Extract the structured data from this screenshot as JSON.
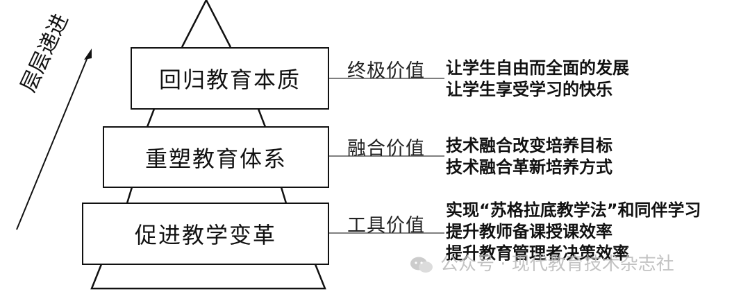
{
  "side_label": "层层递进",
  "levels": [
    {
      "title": "回归教育本质",
      "category": "终极价值",
      "details": [
        "让学生自由而全面的发展",
        "让学生享受学习的快乐"
      ]
    },
    {
      "title": "重塑教育体系",
      "category": "融合价值",
      "details": [
        "技术融合改变培养目标",
        "技术融合革新培养方式"
      ]
    },
    {
      "title": "促进教学变革",
      "category": "工具价值",
      "details": [
        "实现“苏格拉底教学法”和同伴学习",
        "提升教师备课授课效率",
        "提升教育管理者决策效率"
      ]
    }
  ],
  "watermark": "公众号 · 现代教育技术杂志社",
  "colors": {
    "line": "#111111",
    "watermark": "#b8b8b8"
  }
}
